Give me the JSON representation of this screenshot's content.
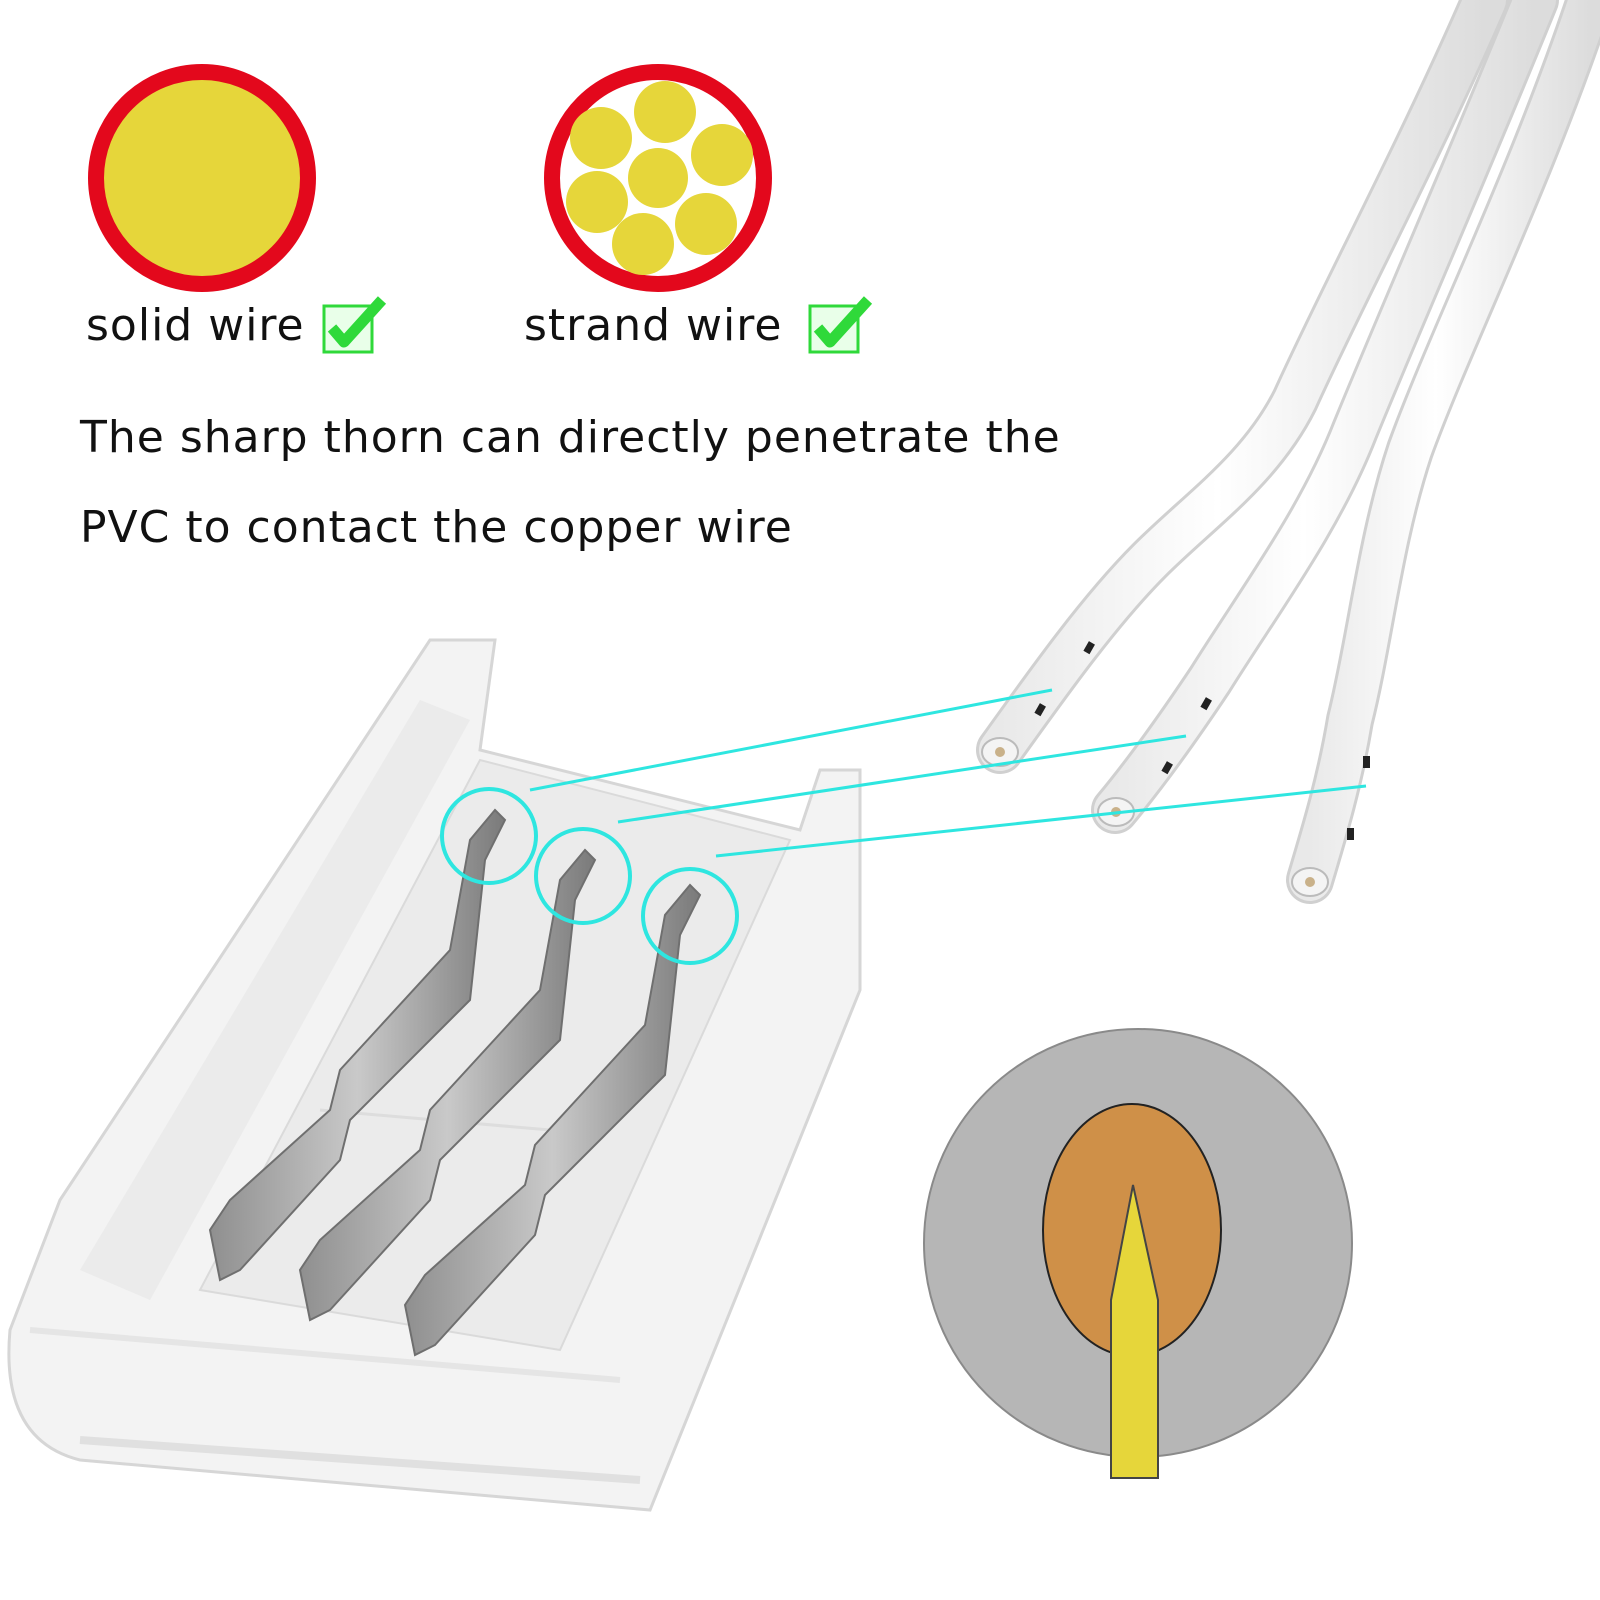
{
  "labels": {
    "solid": "solid wire",
    "strand": "strand wire"
  },
  "description": {
    "line1": "The sharp thorn can directly penetrate the",
    "line2": "PVC to contact the copper wire"
  },
  "icons": {
    "solid_check": "check-icon",
    "strand_check": "check-icon"
  },
  "colors": {
    "insulation_ring": "#e3081c",
    "conductor": "#e6d63a",
    "check": "#2fd93a",
    "callout": "#2ee6e0",
    "cross_section_pvc": "#b6b6b6",
    "cross_section_copper": "#cf9048",
    "thorn": "#e6d63a"
  }
}
